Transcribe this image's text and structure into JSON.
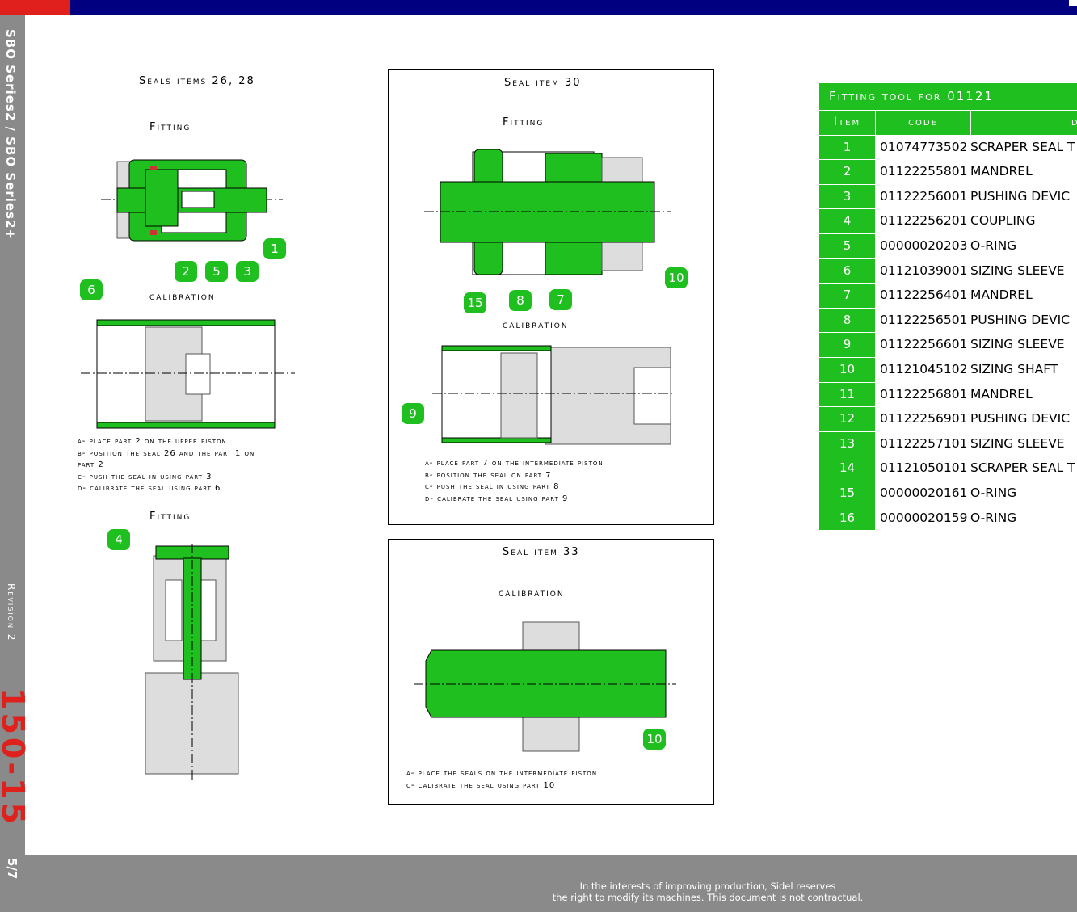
{
  "sidebar": {
    "series": "SBO Series2 / SBO Series2+",
    "revision": "Revision 2",
    "document_number": "150-15",
    "page": "5/7"
  },
  "left": {
    "title": "Seals items 26, 28",
    "fitting_label": "Fitting",
    "calibration_label": "calibration",
    "instructions": [
      "a- place part 2 on the upper piston",
      "b- position the seal 26 and the part 1 on",
      "part 2",
      "c- push the seal in using part 3",
      "d- calibrate the seal using part 6"
    ],
    "fitting2_label": "Fitting",
    "badges": [
      "1",
      "2",
      "5",
      "3",
      "6",
      "4"
    ]
  },
  "seal30": {
    "title": "Seal item 30",
    "fitting_label": "Fitting",
    "calibration_label": "calibration",
    "instructions": [
      "a- place part 7 on the intermediate piston",
      "b- position the seal on part 7",
      "c- push the seal in using part 8",
      "d- calibrate the seal using part 9"
    ],
    "badges": [
      "10",
      "15",
      "8",
      "7",
      "9"
    ]
  },
  "seal33": {
    "title": "Seal item 33",
    "calibration_label": "calibration",
    "instructions": [
      "a- place the seals on the intermediate piston",
      "c- calibrate the seal using part 10"
    ],
    "badges": [
      "10"
    ]
  },
  "table": {
    "title": "Fitting tool for 01121",
    "headers": {
      "item": "Item",
      "code": "code",
      "desc": "d"
    },
    "rows": [
      {
        "item": "1",
        "code": "01074773502",
        "desc": "SCRAPER SEAL T"
      },
      {
        "item": "2",
        "code": "01122255801",
        "desc": "MANDREL"
      },
      {
        "item": "3",
        "code": "01122256001",
        "desc": "PUSHING DEVIC"
      },
      {
        "item": "4",
        "code": "01122256201",
        "desc": "COUPLING"
      },
      {
        "item": "5",
        "code": "00000020203",
        "desc": "O-RING"
      },
      {
        "item": "6",
        "code": "01121039001",
        "desc": "SIZING SLEEVE"
      },
      {
        "item": "7",
        "code": "01122256401",
        "desc": "MANDREL"
      },
      {
        "item": "8",
        "code": "01122256501",
        "desc": "PUSHING DEVIC"
      },
      {
        "item": "9",
        "code": "01122256601",
        "desc": "SIZING SLEEVE"
      },
      {
        "item": "10",
        "code": "01121045102",
        "desc": "SIZING SHAFT"
      },
      {
        "item": "11",
        "code": "01122256801",
        "desc": "MANDREL"
      },
      {
        "item": "12",
        "code": "01122256901",
        "desc": "PUSHING DEVIC"
      },
      {
        "item": "13",
        "code": "01122257101",
        "desc": "SIZING SLEEVE"
      },
      {
        "item": "14",
        "code": "01121050101",
        "desc": "SCRAPER SEAL T"
      },
      {
        "item": "15",
        "code": "00000020161",
        "desc": "O-RING"
      },
      {
        "item": "16",
        "code": "00000020159",
        "desc": "O-RING"
      }
    ]
  },
  "footer": {
    "line1": "In the interests of improving production, Sidel reserves",
    "line2": "the right to modify its machines. This document is not contractual."
  },
  "colors": {
    "green": "#1fbf1f",
    "navy": "#000080",
    "red": "#e0201c",
    "grey": "#8a8a8a"
  }
}
